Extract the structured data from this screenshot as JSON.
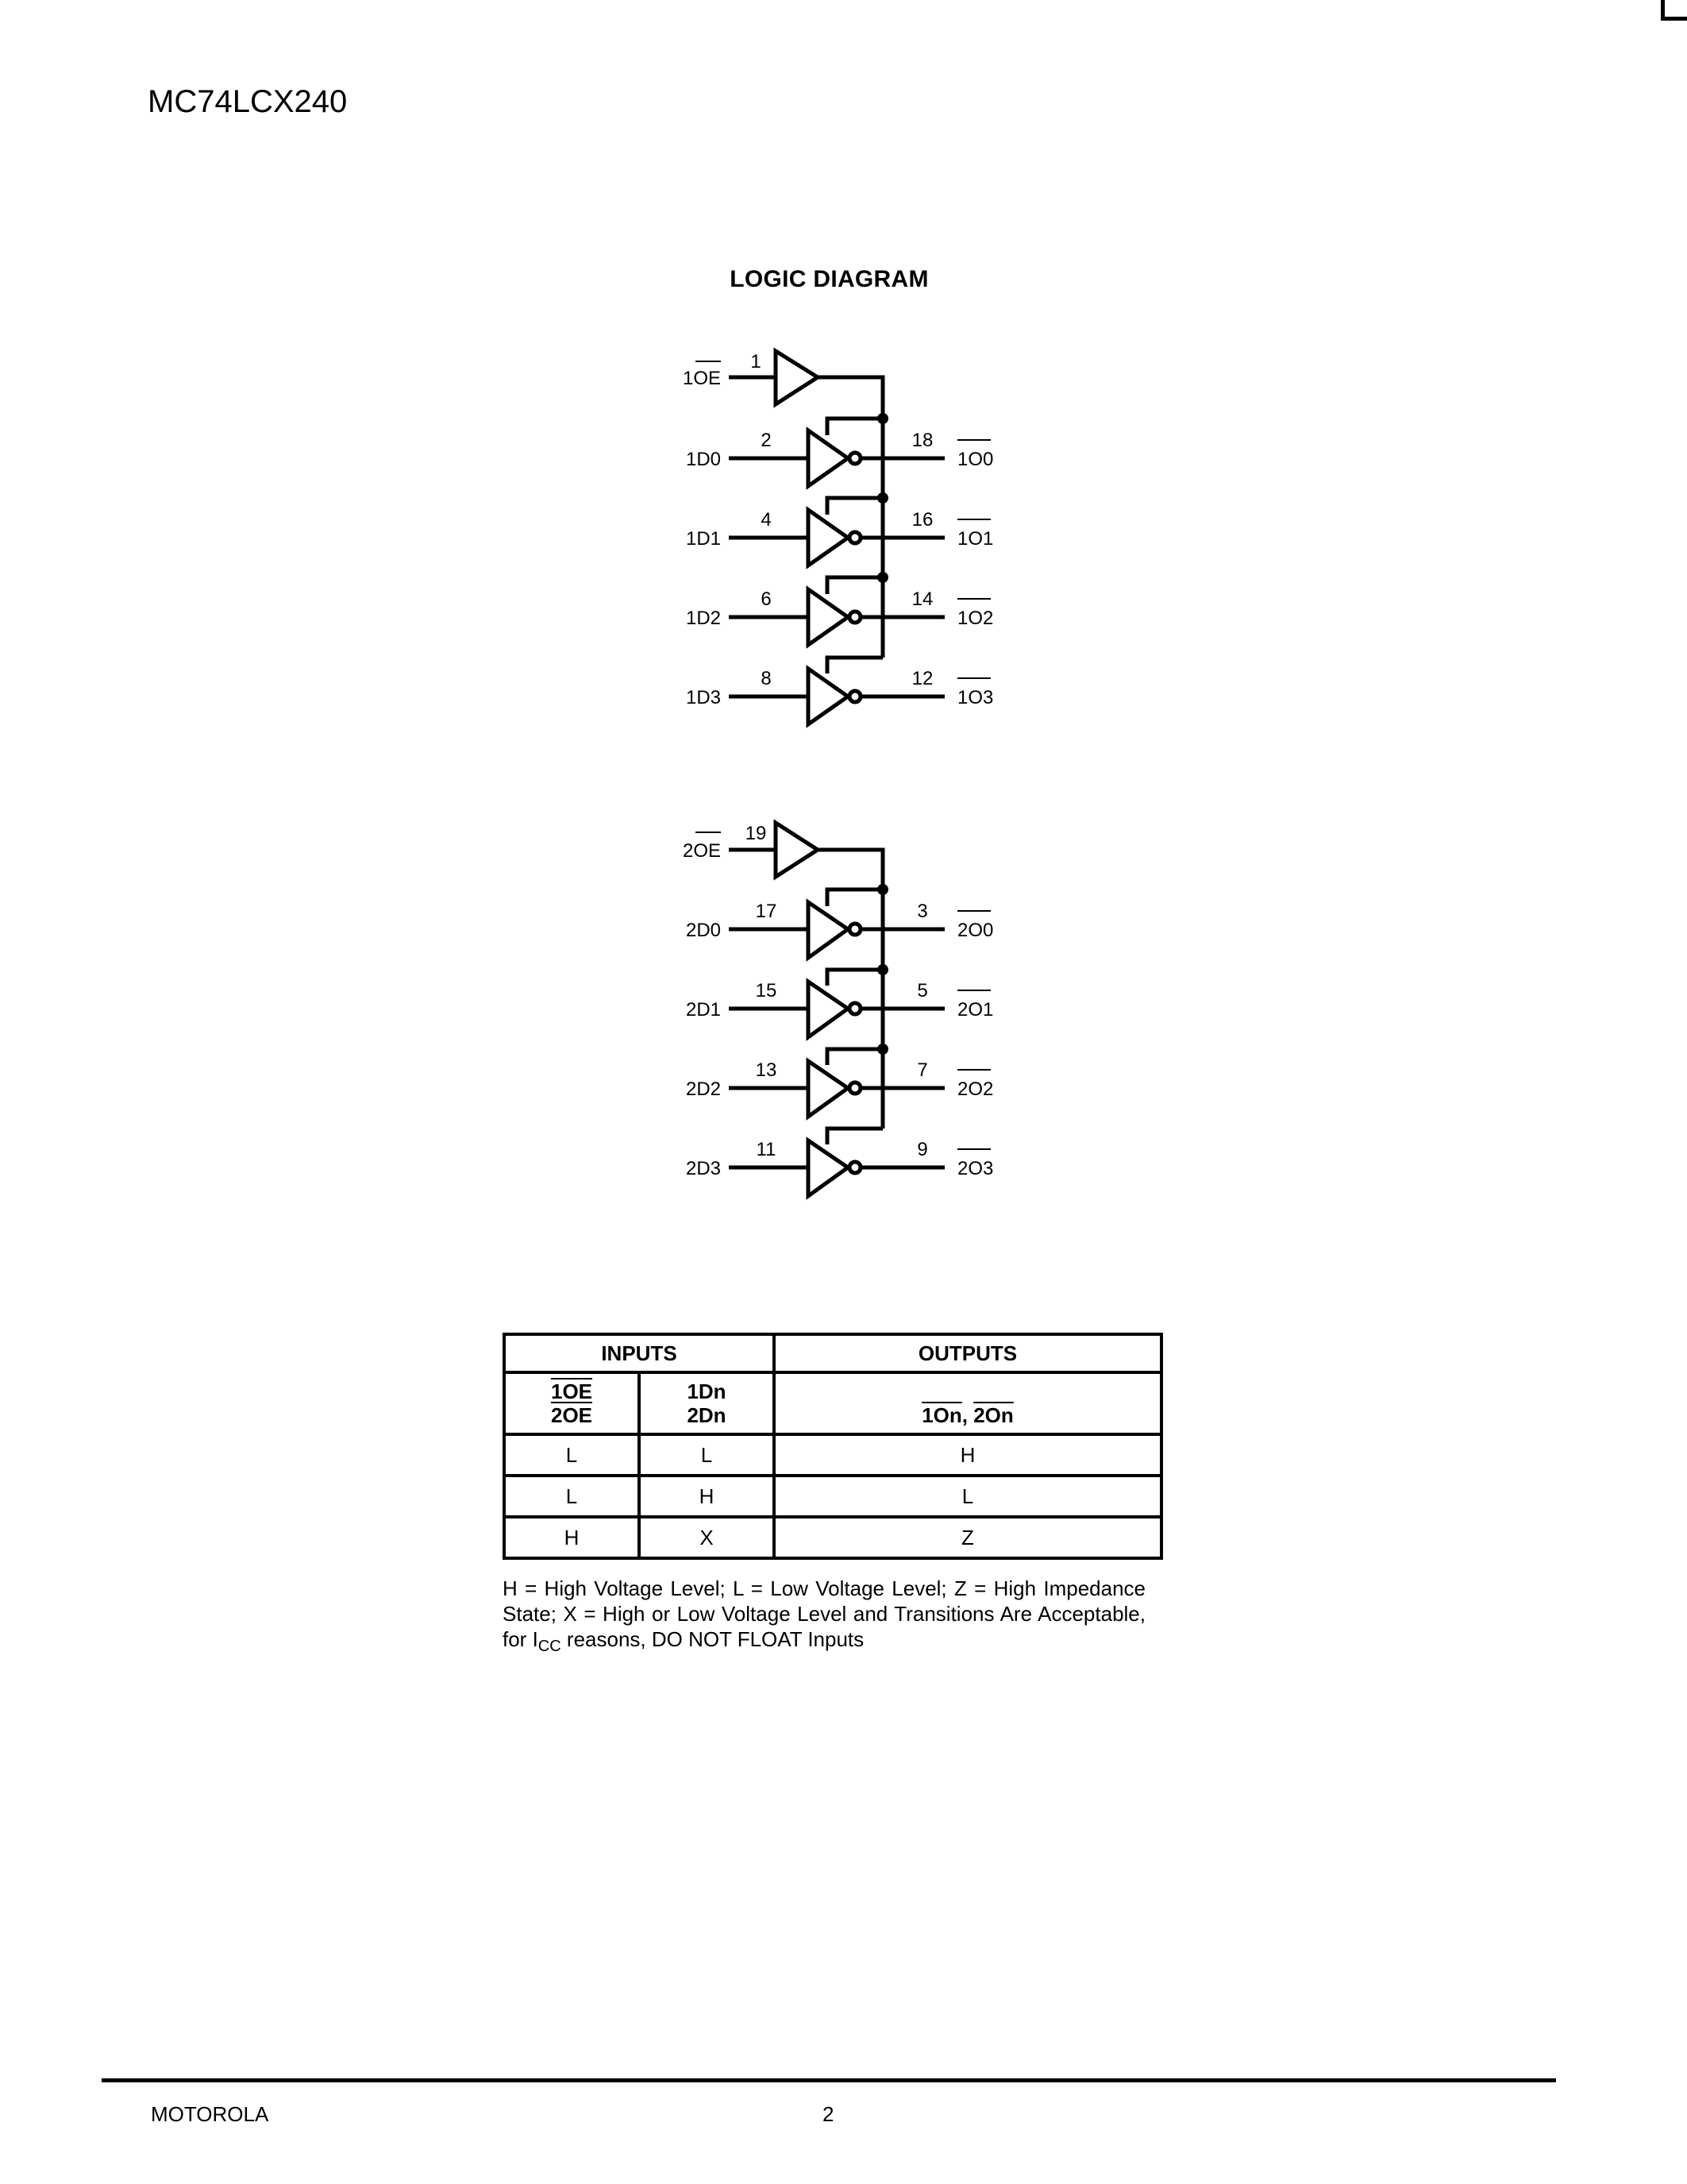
{
  "header": {
    "part_number": "MC74LCX240"
  },
  "logic_diagram": {
    "title": "LOGIC DIAGRAM",
    "groups": [
      {
        "enable": {
          "label": "1OE",
          "active_low": true,
          "pin": "1"
        },
        "channels": [
          {
            "input": "1D0",
            "in_pin": "2",
            "out_pin": "18",
            "output": "1O0"
          },
          {
            "input": "1D1",
            "in_pin": "4",
            "out_pin": "16",
            "output": "1O1"
          },
          {
            "input": "1D2",
            "in_pin": "6",
            "out_pin": "14",
            "output": "1O2"
          },
          {
            "input": "1D3",
            "in_pin": "8",
            "out_pin": "12",
            "output": "1O3"
          }
        ]
      },
      {
        "enable": {
          "label": "2OE",
          "active_low": true,
          "pin": "19"
        },
        "channels": [
          {
            "input": "2D0",
            "in_pin": "17",
            "out_pin": "3",
            "output": "2O0"
          },
          {
            "input": "2D1",
            "in_pin": "15",
            "out_pin": "5",
            "output": "2O1"
          },
          {
            "input": "2D2",
            "in_pin": "13",
            "out_pin": "7",
            "output": "2O2"
          },
          {
            "input": "2D3",
            "in_pin": "11",
            "out_pin": "9",
            "output": "2O3"
          }
        ]
      }
    ]
  },
  "truth_table": {
    "group_headers": {
      "inputs": "INPUTS",
      "outputs": "OUTPUTS"
    },
    "column_headers": {
      "oe_line1": "1OE",
      "oe_line2": "2OE",
      "dn_line1": "1Dn",
      "dn_line2": "2Dn",
      "out_a": "1On",
      "out_sep": ", ",
      "out_b": "2On"
    },
    "rows": [
      {
        "oe": "L",
        "dn": "L",
        "out": "H"
      },
      {
        "oe": "L",
        "dn": "H",
        "out": "L"
      },
      {
        "oe": "H",
        "dn": "X",
        "out": "Z"
      }
    ],
    "note_part1": "H = High Voltage Level; L = Low Voltage Level; Z = High Impedance State; X = High or Low Voltage Level and Transitions Are Acceptable, for I",
    "note_sub": "CC",
    "note_part2": " reasons, DO NOT FLOAT Inputs"
  },
  "footer": {
    "brand": "MOTOROLA",
    "page_number": "2"
  }
}
